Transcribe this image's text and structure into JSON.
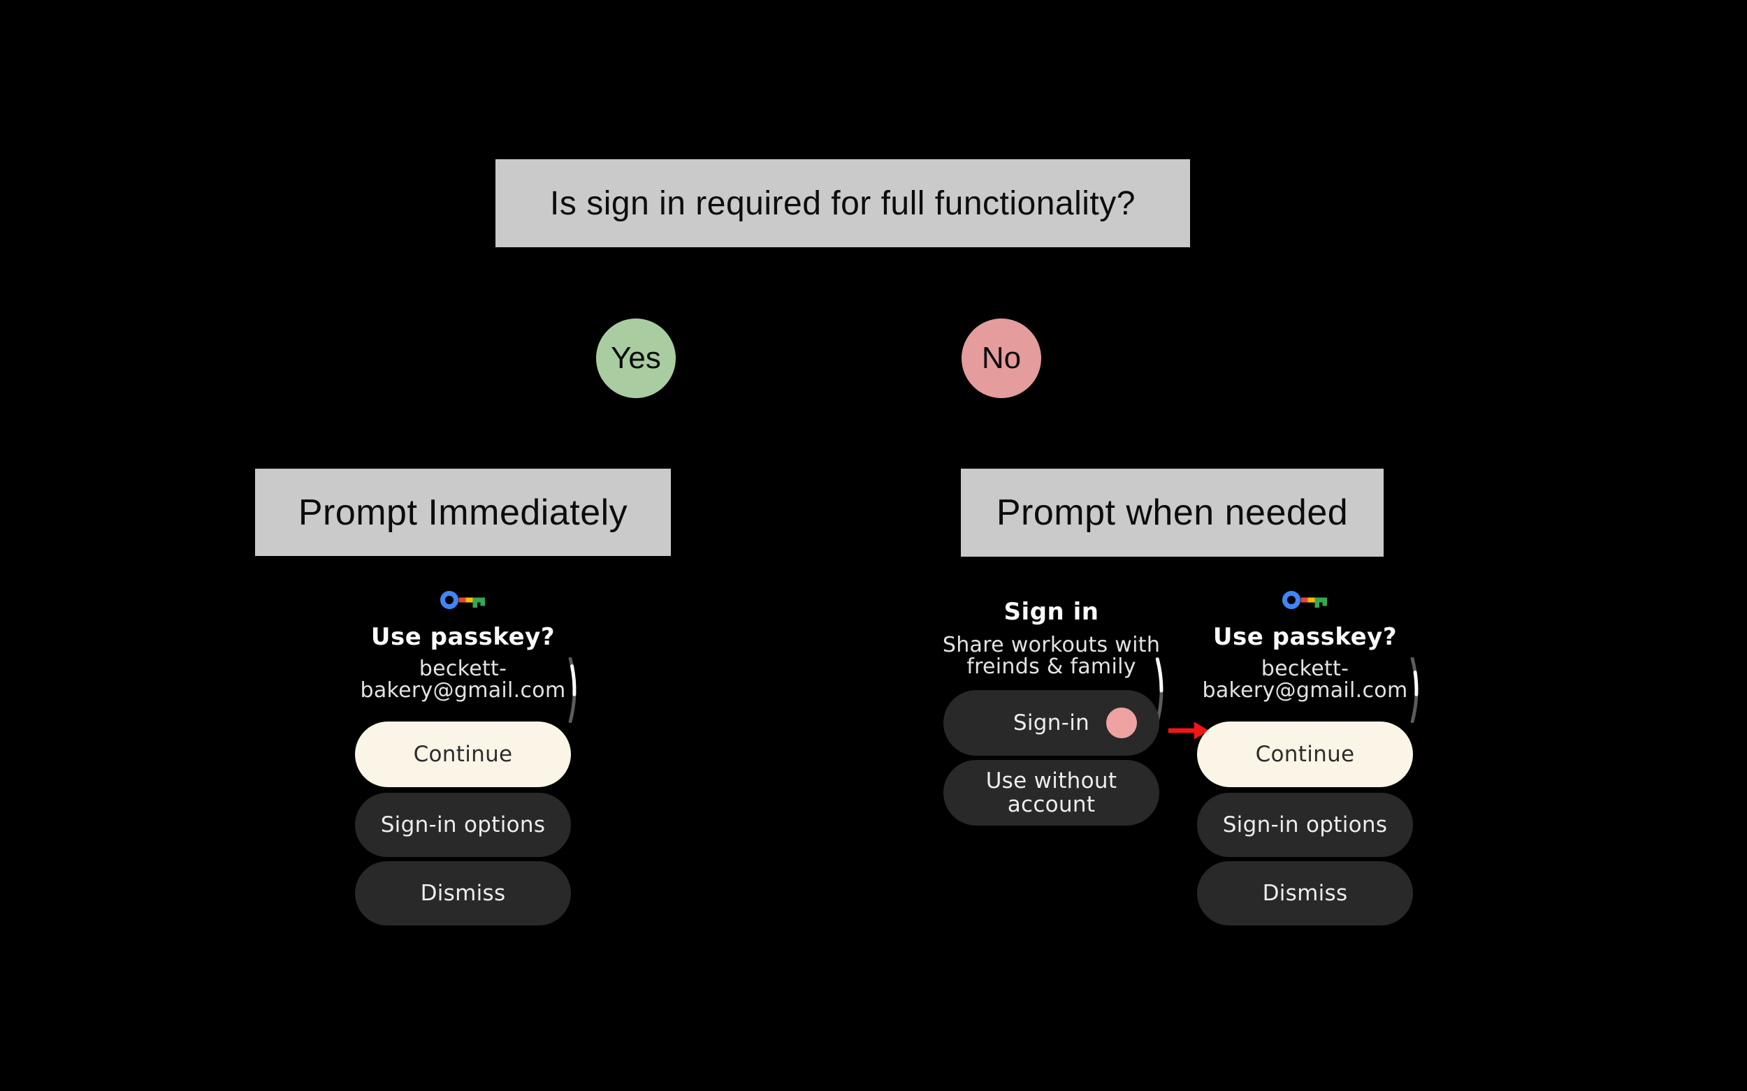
{
  "diagram": {
    "title": "Is sign in required for full functionality?",
    "yes_label": "Yes",
    "no_label": "No",
    "outcome_yes": "Prompt Immediately",
    "outcome_no": "Prompt when needed"
  },
  "passkey_sheet_left": {
    "icon": "google-passkey",
    "title": "Use passkey?",
    "email_lines": [
      "beckett-",
      "bakery@gmail.com"
    ],
    "continue_label": "Continue",
    "signin_options_label": "Sign-in options",
    "dismiss_label": "Dismiss"
  },
  "signin_screen": {
    "title": "Sign in",
    "subtitle_lines": [
      "Share workouts with",
      "freinds & family"
    ],
    "signin_label": "Sign-in",
    "use_without_account_label": "Use without account"
  },
  "passkey_sheet_right": {
    "icon": "google-passkey",
    "title": "Use passkey?",
    "email_lines": [
      "beckett-",
      "bakery@gmail.com"
    ],
    "continue_label": "Continue",
    "signin_options_label": "Sign-in options",
    "dismiss_label": "Dismiss"
  },
  "colors": {
    "background": "#000000",
    "flow_box_gray": "#cacaca",
    "yes_green": "#a9cda0",
    "no_pink": "#e59c9c",
    "primary_button_cream": "#faf5e6",
    "dark_button": "#292929",
    "tap_dot_pink": "#efa2a2",
    "arrow_red": "#f01616",
    "passkey_blue": "#4285F4",
    "passkey_red": "#EA4335",
    "passkey_yellow": "#FBBC04",
    "passkey_green": "#34A853"
  }
}
